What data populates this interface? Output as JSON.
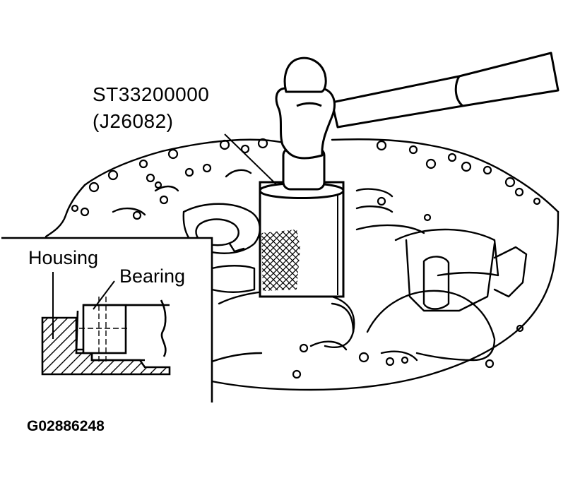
{
  "labels": {
    "tool_part_number": "ST33200000",
    "tool_alt_number": "(J26082)",
    "housing": "Housing",
    "bearing": "Bearing",
    "figure_id": "G02886248"
  },
  "colors": {
    "line": "#000000",
    "background": "#ffffff"
  }
}
